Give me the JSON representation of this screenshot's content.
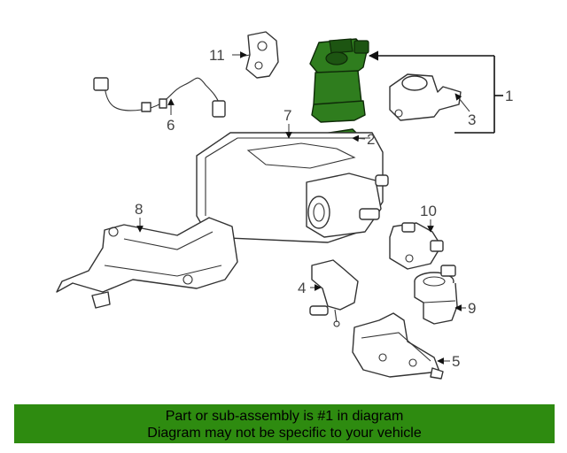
{
  "callouts": {
    "c1": "1",
    "c2": "2",
    "c3": "3",
    "c4": "4",
    "c5": "5",
    "c6": "6",
    "c7": "7",
    "c8": "8",
    "c9": "9",
    "c10": "10",
    "c11": "11"
  },
  "footer": {
    "line1": "Part or sub-assembly is #1 in diagram",
    "line2": "Diagram may not be specific to your vehicle"
  },
  "colors": {
    "highlight": "#2f7d1e",
    "footer_bg": "#2e8b10"
  }
}
